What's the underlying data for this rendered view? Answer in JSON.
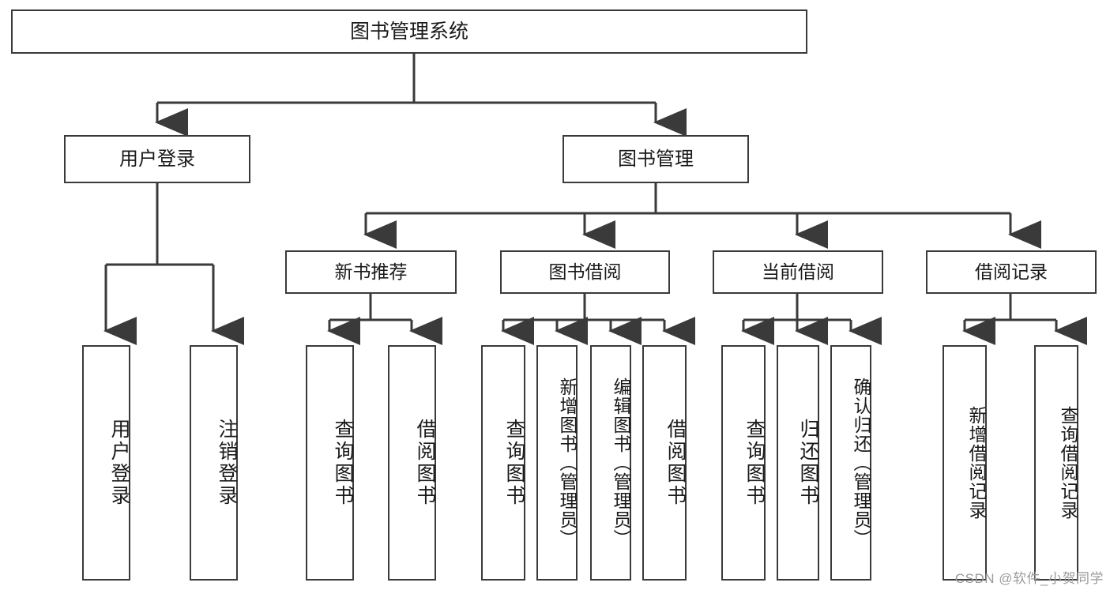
{
  "diagram": {
    "type": "tree",
    "title": "图书管理系统",
    "watermark": "CSDN @软件_小贺同学",
    "colors": {
      "background": "#ffffff",
      "node_border": "#3a3a3a",
      "node_fill": "#ffffff",
      "connector": "#3a3a3a",
      "text": "#1a1a1a",
      "watermark": "#9a9a9a"
    },
    "root": {
      "label": "图书管理系统"
    },
    "level2": [
      {
        "label": "用户登录"
      },
      {
        "label": "图书管理"
      }
    ],
    "level3": [
      {
        "label": "新书推荐"
      },
      {
        "label": "图书借阅"
      },
      {
        "label": "当前借阅"
      },
      {
        "label": "借阅记录"
      }
    ],
    "leaves": {
      "user_login": [
        {
          "label": "用户登录"
        },
        {
          "label": "注销登录"
        }
      ],
      "new_book_recommend": [
        {
          "label": "查询图书"
        },
        {
          "label": "借阅图书"
        }
      ],
      "book_borrow": [
        {
          "label": "查询图书"
        },
        {
          "label": "新增图书（管理员）"
        },
        {
          "label": "编辑图书（管理员）"
        },
        {
          "label": "借阅图书"
        }
      ],
      "current_borrow": [
        {
          "label": "查询图书"
        },
        {
          "label": "归还图书"
        },
        {
          "label": "确认归还（管理员）"
        }
      ],
      "borrow_record": [
        {
          "label": "新增借阅记录"
        },
        {
          "label": "查询借阅记录"
        }
      ]
    }
  }
}
